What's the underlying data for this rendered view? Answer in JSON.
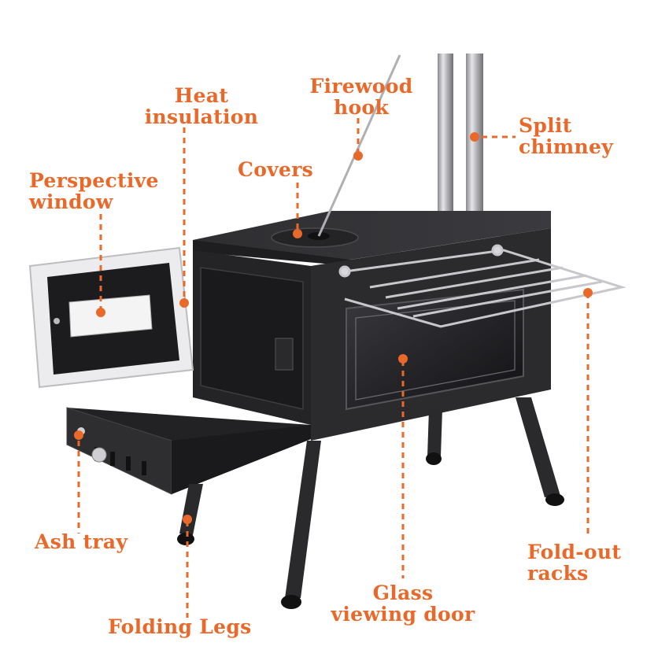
{
  "labels": {
    "heat_insulation": [
      "Heat",
      "insulation"
    ],
    "firewood_hook": [
      "Firewood",
      "hook"
    ],
    "split_chimney": [
      "Split",
      "chimney"
    ],
    "covers": "Covers",
    "perspective_window": [
      "Perspective",
      "window"
    ],
    "ash_tray": "Ash tray",
    "fold_out_racks": [
      "Fold-out",
      "racks"
    ],
    "glass_viewing_door": [
      "Glass",
      "viewing door"
    ],
    "folding_legs": "Folding Legs"
  },
  "colors": {
    "accent": "#e8692a",
    "stove_body": "#2b2b2d",
    "stove_dark": "#1a1a1c",
    "steel": "#c8c8cc",
    "background": "#ffffff"
  },
  "icons": {
    "callout_marker": "orange-dot",
    "callout_line": "dashed-orange-line"
  }
}
